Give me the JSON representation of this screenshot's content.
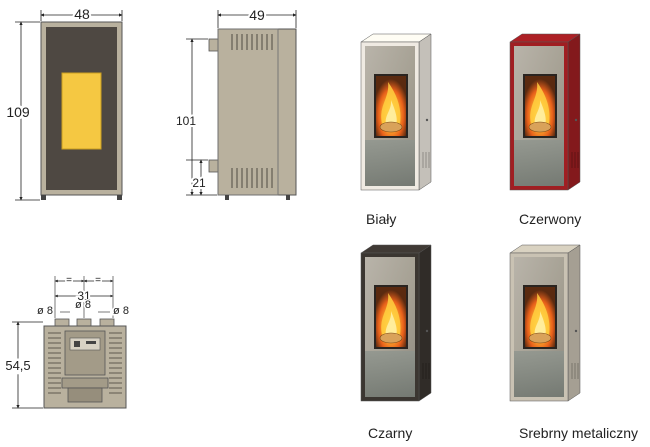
{
  "dimensions": {
    "front_width": "48",
    "front_height": "109",
    "side_depth": "49",
    "side_height": "101",
    "side_low": "21",
    "rear_eq_left": "=",
    "rear_eq_right": "=",
    "rear_span": "31",
    "rear_pipe_left": "ø 8",
    "rear_pipe_center": "ø 8",
    "rear_pipe_right": "ø 8",
    "rear_height": "54,5"
  },
  "variants": [
    {
      "label": "Biały",
      "frame_color": "#efeae2"
    },
    {
      "label": "Czerwony",
      "frame_color": "#a01e22"
    },
    {
      "label": "Czarny",
      "frame_color": "#3b3631"
    },
    {
      "label": "Srebrny metaliczny",
      "frame_color": "#c9c2b3"
    }
  ],
  "colors": {
    "drawing_body": "#b9b19e",
    "drawing_panel": "#4e4842",
    "drawing_window": "#f5c842",
    "glass": "#a9a398",
    "flame": "#f07a1a"
  }
}
